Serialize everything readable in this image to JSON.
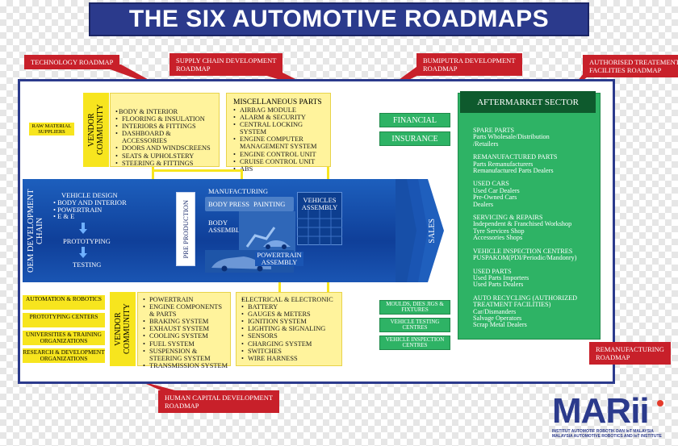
{
  "title": "THE SIX AUTOMOTIVE ROADMAPS",
  "colors": {
    "navy": "#2b3a8c",
    "red": "#c8202a",
    "yellow": "#fff39c",
    "bright_yellow": "#f7e51e",
    "blue": "#1a55b3",
    "green": "#2eb365",
    "dark_green": "#0e5a2d"
  },
  "tags": {
    "technology": "TECHNOLOGY ROADMAP",
    "supply_chain": [
      "SUPPLY CHAIN DEVELOPMENT",
      "ROADMAP"
    ],
    "bumiputra": [
      "BUMIPUTRA DEVELOPMENT",
      "ROADMAP"
    ],
    "authorised": [
      "AUTHORISED TREATEMENT",
      "FACILITIES ROADMAP"
    ],
    "remanufacturing": [
      "REMANUFACTURING",
      "ROADMAP"
    ],
    "human_capital": [
      "HUMAN CAPITAL DEVELOPMENT",
      "ROADMAP"
    ]
  },
  "raw_material": "RAW MATERIAL SUPPLIERS",
  "vendor_community_label": "VENDOR COMMUNITY",
  "top_vendor": {
    "body_interior": [
      "BODY & INTERIOR",
      "FLOORING & INSULATION",
      "INTERIORS & FITTINGS",
      "DASHBOARD & ACCESSORIES",
      "DOORS AND WINDSCREENS",
      "SEATS & UPHOLSTERY",
      "STEERING & FITTINGS"
    ],
    "misc_title": "MISCELLANEOUS PARTS",
    "misc": [
      "AIRBAG MODULE",
      "ALARM & SECURITY",
      "CENTRAL LOCKING SYSTEM",
      "ENGINE COMPUTER MANAGEMENT SYSTEM",
      "ENGINE CONTROL UNIT",
      "CRUISE CONTROL UNIT",
      "ABS"
    ]
  },
  "financial": "FINANCIAL",
  "insurance": "INSURANCE",
  "oem_chain": "OEM DEVELOPMENT CHAIN",
  "vehicle_design": {
    "title": "VEHICLE DESIGN",
    "items": [
      "BODY AND INTERIOR",
      "POWERTRAIN",
      "E & E"
    ]
  },
  "prototyping": "PROTOTYPING",
  "testing": "TESTING",
  "pre_production": "PRE PRODUCTION",
  "manufacturing": "MANUFACTURING",
  "body_press": "BODY PRESS",
  "painting": "PAINTING",
  "body_assembly": "BODY ASSEMBLY",
  "powertrain_assembly": "POWERTRAIN ASSEMBLY",
  "vehicles_assembly": "VEHICLES ASSEMBLY",
  "sales": "SALES",
  "left_boxes": [
    "AUTOMATION & ROBOTICS",
    "PROTOTYPING CENTERS",
    "UNIVERSITIES & TRAINING ORGANIZATIONS",
    "RESEARCH & DEVELOPMENT ORGANIZATIONS"
  ],
  "bottom_vendor": {
    "powertrain": [
      "POWERTRAIN",
      "ENGINE COMPONENTS & PARTS",
      "BRAKING SYSTEM",
      "EXHAUST SYSTEM",
      "COOLING SYSTEM",
      "FUEL SYSTEM",
      "SUSPENSION & STEERING SYSTEM",
      "TRANSMISSION SYSTEM"
    ],
    "electrical": [
      "ELECTRICAL & ELECTRONIC",
      "BATTERY",
      "GAUGES & METERS",
      "IGNITION SYSTEM",
      "LIGHTING & SIGNALING",
      "SENSORS",
      "CHARGING SYSTEM",
      "SWITCHES",
      "WIRE HARNESS"
    ]
  },
  "green_small": [
    "MOULDS, DIES JIGS & FIXTURES",
    "VEHICLE TESTING CENTRES",
    "VEHICLE INSPECTION CENTRES"
  ],
  "aftermarket": {
    "title": "AFTERMARKET SECTOR",
    "groups": [
      {
        "head": "SPARE PARTS",
        "lines": [
          "Parts Wholesale/Distribution",
          "/Retailers"
        ]
      },
      {
        "head": "REMANUFACTURED PARTS",
        "lines": [
          "Parts Remanufacturers",
          "Remanufactured Parts Dealers"
        ]
      },
      {
        "head": "USED CARS",
        "lines": [
          "Used Car Dealers",
          "Pre-Owned Cars",
          "Dealers"
        ]
      },
      {
        "head": "SERVICING & REPAIRS",
        "lines": [
          "Independent  & Franchised Workshop",
          "Tyre Services Shop",
          "Accessories Shops"
        ]
      },
      {
        "head": "VEHICLE INSPECTION CENTRES",
        "lines": [
          "PUSPAKOM(PDI/Periodic/Mandonry)"
        ]
      },
      {
        "head": "USED PARTS",
        "lines": [
          "Used Parts Importers",
          "Used Parts Dealers"
        ]
      },
      {
        "head": "AUTO RECYCLING (AUTHORIZED TREATMENT FACILITIES)",
        "lines": [
          "Car/Dismanders",
          "Salvage Operators",
          "Scrap Metal Dealers"
        ]
      }
    ]
  },
  "logo": {
    "name": "MARii",
    "line1": "INSTITUT AUTOMOTIF ROBOTIK DAN IoT MALAYSIA",
    "line2": "MALAYSIA AUTOMOTIVE ROBOTICS AND IoT INSTITUTE"
  }
}
